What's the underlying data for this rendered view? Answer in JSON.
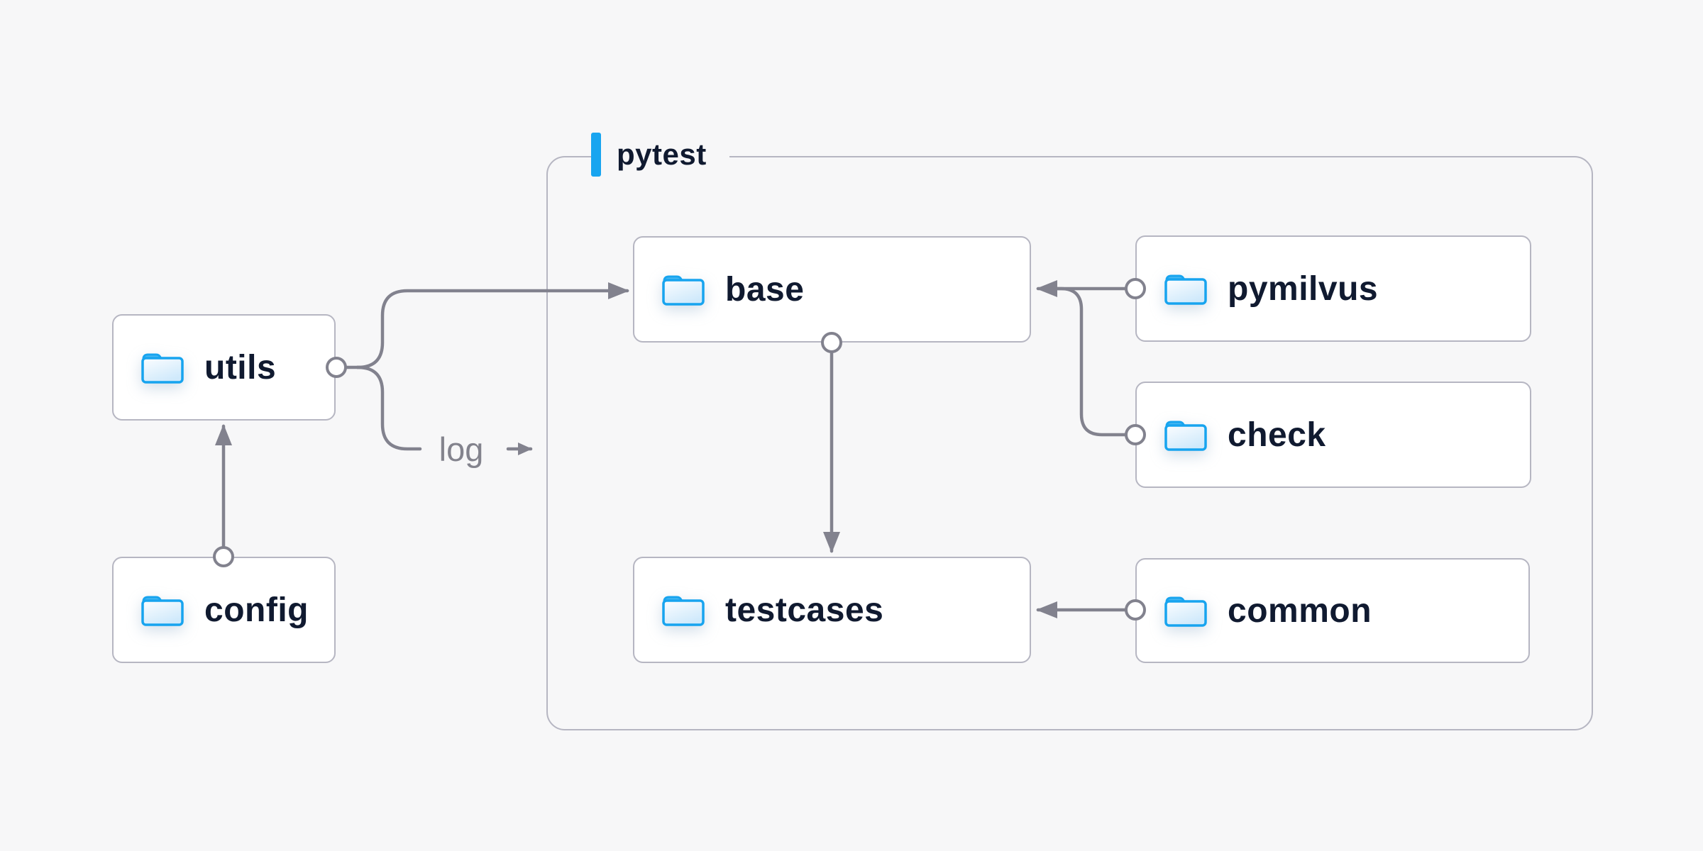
{
  "diagram": {
    "type": "architecture-diagram",
    "container": {
      "label": "pytest"
    },
    "nodes": {
      "utils": {
        "label": "utils",
        "icon": "folder-icon"
      },
      "config": {
        "label": "config",
        "icon": "folder-icon"
      },
      "base": {
        "label": "base",
        "icon": "folder-icon"
      },
      "pymilvus": {
        "label": "pymilvus",
        "icon": "folder-icon"
      },
      "check": {
        "label": "check",
        "icon": "folder-icon"
      },
      "testcases": {
        "label": "testcases",
        "icon": "folder-icon"
      },
      "common": {
        "label": "common",
        "icon": "folder-icon"
      }
    },
    "edges": [
      {
        "from": "config",
        "to": "utils"
      },
      {
        "from": "utils",
        "to": "base"
      },
      {
        "from": "utils",
        "to": "log-output",
        "label": "log"
      },
      {
        "from": "base",
        "to": "testcases"
      },
      {
        "from": "pymilvus",
        "to": "base"
      },
      {
        "from": "check",
        "to": "base"
      },
      {
        "from": "common",
        "to": "testcases"
      }
    ],
    "edge_label": {
      "log": "log"
    },
    "colors": {
      "background": "#f7f7f8",
      "node_background": "#ffffff",
      "node_border": "#b6b6c2",
      "connector": "#82828e",
      "label_text": "#101a30",
      "accent_blue": "#18a5f0",
      "folder_outline": "#17a4ef",
      "folder_tab": "#47b7f1",
      "log_text": "#83838d"
    }
  }
}
